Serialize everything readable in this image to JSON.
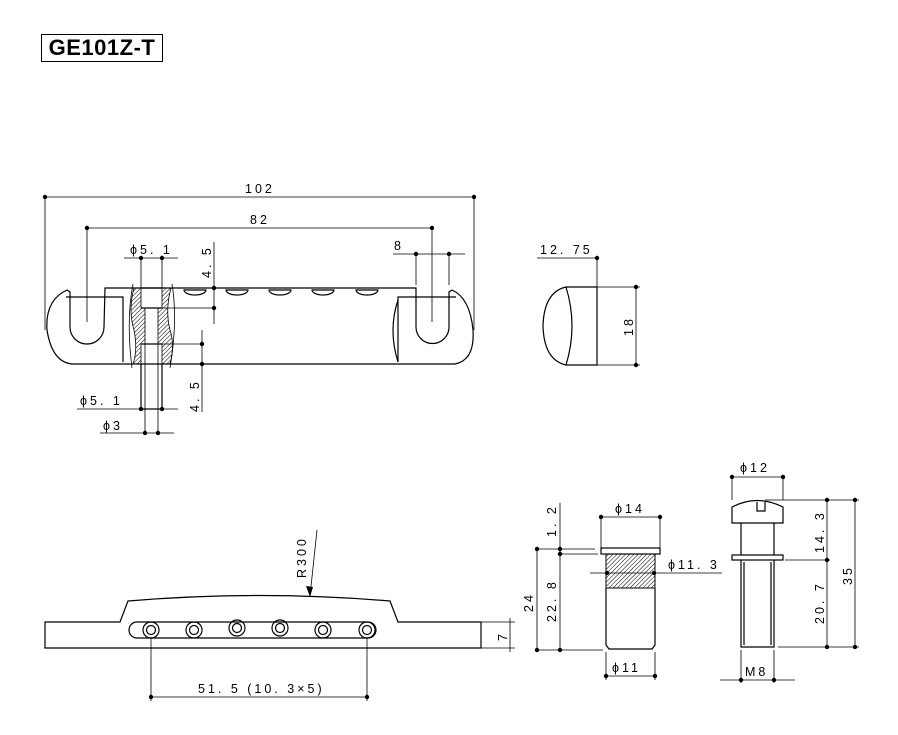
{
  "title": "GE101Z-T",
  "top_view": {
    "overall_width": "102",
    "post_spacing": "82",
    "slot_width": "8",
    "bore_top": "ϕ5. 1",
    "depth_top": "4. 5",
    "depth_bottom": "4. 5",
    "bore_bottom": "ϕ5. 1",
    "hole": "ϕ3"
  },
  "side_view": {
    "depth": "12. 75",
    "height": "18"
  },
  "front_view": {
    "radius": "R300",
    "height": "7",
    "saddle_span": "51. 5 (10. 3×5)"
  },
  "ferrule": {
    "flange_dia": "ϕ14",
    "flange_thickness": "1. 2",
    "knurl_dia": "ϕ11. 3",
    "total_length": "24",
    "body_length": "22. 8",
    "body_dia": "ϕ11"
  },
  "stud": {
    "head_dia": "ϕ12",
    "head_length": "14. 3",
    "thread_length": "20. 7",
    "total_length": "35",
    "thread": "M8"
  }
}
